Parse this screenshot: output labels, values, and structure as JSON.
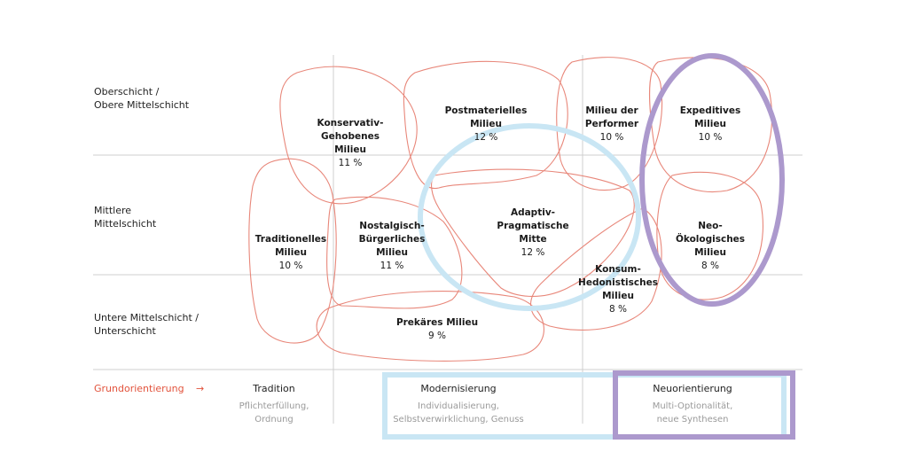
{
  "rows": {
    "upper": [
      "Oberschicht /",
      "Obere Mittelschicht"
    ],
    "middle": [
      "Mittlere",
      "Mittelschicht"
    ],
    "lower": [
      "Untere Mittelschicht /",
      "Unterschicht"
    ]
  },
  "milieus": {
    "konservativ": {
      "lines": [
        "Konservativ-",
        "Gehobenes",
        "Milieu"
      ],
      "pct": "11 %"
    },
    "postmateriell": {
      "lines": [
        "Postmaterielles",
        "Milieu"
      ],
      "pct": "12 %"
    },
    "performer": {
      "lines": [
        "Milieu der",
        "Performer"
      ],
      "pct": "10 %"
    },
    "expeditiv": {
      "lines": [
        "Expeditives",
        "Milieu"
      ],
      "pct": "10 %"
    },
    "traditionell": {
      "lines": [
        "Traditionelles",
        "Milieu"
      ],
      "pct": "10 %"
    },
    "nostalgisch": {
      "lines": [
        "Nostalgisch-",
        "Bürgerliches",
        "Milieu"
      ],
      "pct": "11 %"
    },
    "adaptiv": {
      "lines": [
        "Adaptiv-",
        "Pragmatische",
        "Mitte"
      ],
      "pct": "12 %"
    },
    "neooeko": {
      "lines": [
        "Neo-",
        "Ökologisches",
        "Milieu"
      ],
      "pct": "8 %"
    },
    "konsum": {
      "lines": [
        "Konsum-",
        "Hedonistisches",
        "Milieu"
      ],
      "pct": "8 %"
    },
    "prekaer": {
      "lines": [
        "Prekäres Milieu"
      ],
      "pct": "9 %"
    }
  },
  "footer": {
    "grund_label": "Grundorientierung",
    "arrow": "→",
    "tradition": {
      "title": "Tradition",
      "sub": [
        "Pflichterfüllung,",
        "Ordnung"
      ]
    },
    "modern": {
      "title": "Modernisierung",
      "sub": [
        "Individualisierung,",
        "Selbstverwirklichung, Genuss"
      ]
    },
    "neu": {
      "title": "Neuorientierung",
      "sub": [
        "Multi-Optionalität,",
        "neue Synthesen"
      ]
    }
  },
  "colors": {
    "blob": "#e8877a",
    "accent": "#e2533c",
    "blue": "#c9e6f4",
    "purple": "#ac99cd",
    "grid": "#cfcfcf",
    "muted": "#9a9a9a"
  }
}
